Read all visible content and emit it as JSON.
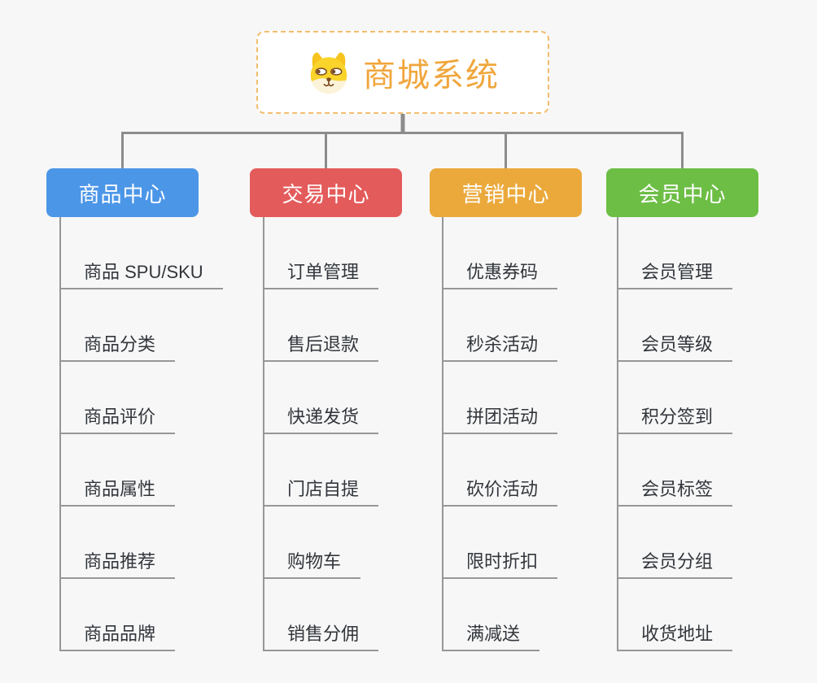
{
  "page": {
    "background": "#F7F7F7",
    "connector_color": "#8C8C8C",
    "leaf_line_color": "#979797",
    "leaf_text_color": "#32363B"
  },
  "root": {
    "title": "商城系统",
    "icon": "dog-face",
    "text_color": "#F0A63C",
    "border_color": "#F2BE6E",
    "background": "#FFFFFF"
  },
  "branches": [
    {
      "label": "商品中心",
      "color": "#4C96E8",
      "items": [
        "商品 SPU/SKU",
        "商品分类",
        "商品评价",
        "商品属性",
        "商品推荐",
        "商品品牌"
      ]
    },
    {
      "label": "交易中心",
      "color": "#E45B5B",
      "items": [
        "订单管理",
        "售后退款",
        "快递发货",
        "门店自提",
        "购物车",
        "销售分佣"
      ]
    },
    {
      "label": "营销中心",
      "color": "#EBA93C",
      "items": [
        "优惠券码",
        "秒杀活动",
        "拼团活动",
        "砍价活动",
        "限时折扣",
        "满减送"
      ]
    },
    {
      "label": "会员中心",
      "color": "#6DBE45",
      "items": [
        "会员管理",
        "会员等级",
        "积分签到",
        "会员标签",
        "会员分组",
        "收货地址"
      ]
    }
  ]
}
